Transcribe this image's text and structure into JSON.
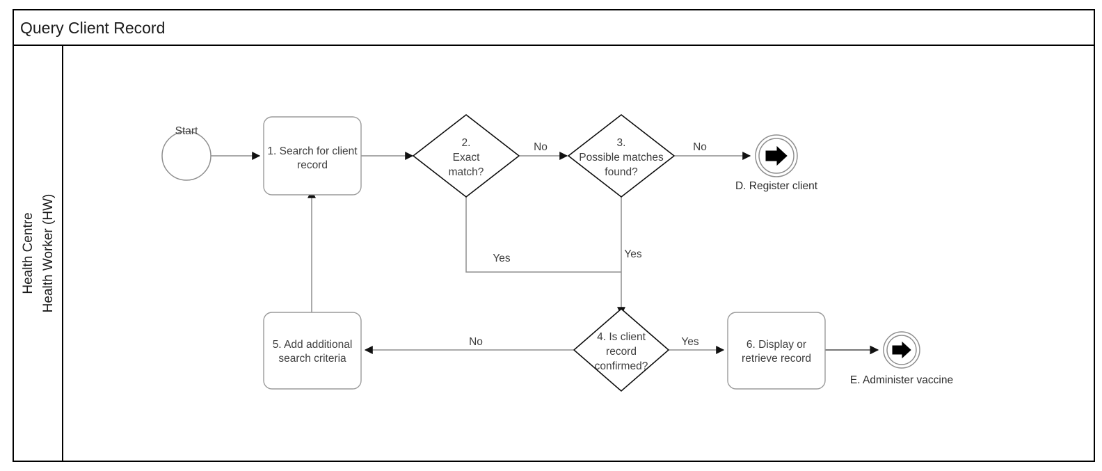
{
  "pool": {
    "title": "Query Client Record",
    "lane_label_line1": "Health Centre",
    "lane_label_line2": "Health Worker (HW)"
  },
  "nodes": {
    "start_event": {
      "label": "Start",
      "icon": "start-event-circle"
    },
    "task1": {
      "line1": "1. Search for client",
      "line2": "record"
    },
    "gateway2": {
      "line1": "2.",
      "line2": "Exact",
      "line3": "match?"
    },
    "gateway3": {
      "line1": "3.",
      "line2": "Possible matches",
      "line3": "found?"
    },
    "eventD": {
      "label": "D. Register client",
      "icon": "link-throw-event-arrow"
    },
    "gateway4": {
      "line1": "4. Is client",
      "line2": "record",
      "line3": "confirmed?"
    },
    "task5": {
      "line1": "5. Add additional",
      "line2": "search criteria"
    },
    "task6": {
      "line1": "6. Display or",
      "line2": "retrieve record"
    },
    "eventE": {
      "label": "E. Administer vaccine",
      "icon": "link-throw-event-arrow"
    }
  },
  "flows": {
    "g2_no": "No",
    "g2_yes": "Yes",
    "g3_no": "No",
    "g3_yes": "Yes",
    "g4_no": "No",
    "g4_yes": "Yes"
  },
  "colors": {
    "frame": "#000000",
    "task_border": "#9a9a9a",
    "gateway_border": "#0d0d0d",
    "connector": "#8e8e8e",
    "text": "#3d3d3d",
    "background": "#ffffff"
  }
}
